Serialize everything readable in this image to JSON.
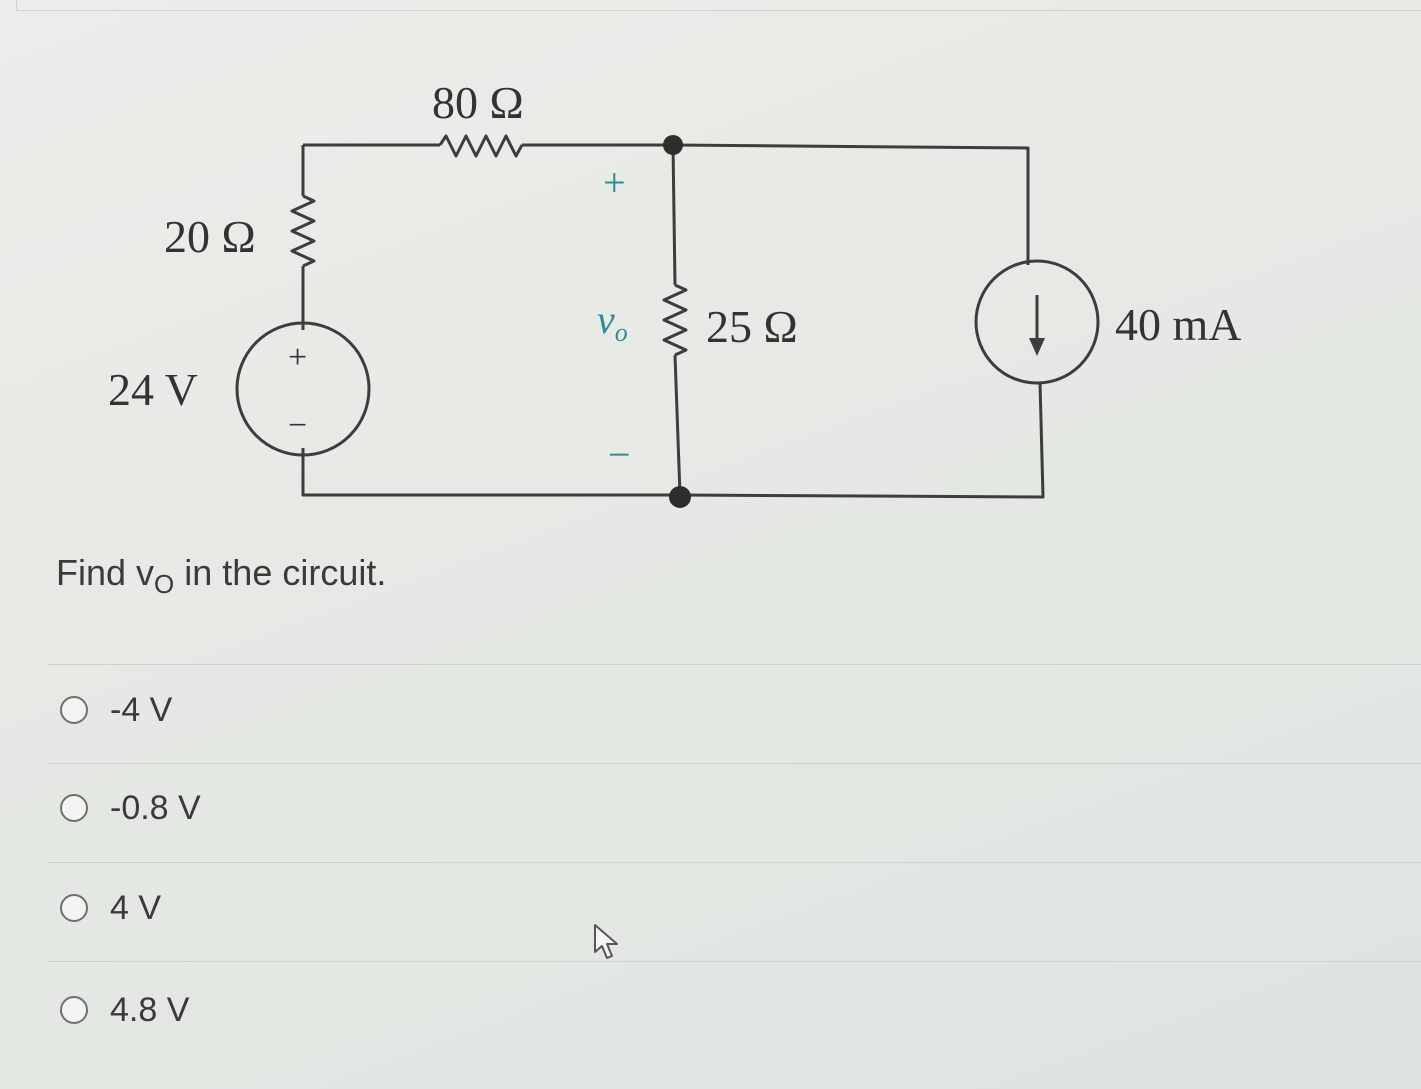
{
  "circuit": {
    "r1_label": "20 Ω",
    "r2_label": "80 Ω",
    "r3_label": "25 Ω",
    "source_v_label": "24 V",
    "source_i_label": "40 mA",
    "plus_sign": "+",
    "minus_sign": "−",
    "vo_label": "v",
    "vo_sub": "o"
  },
  "question": {
    "prefix": "Find v",
    "sub": "O",
    "suffix": " in the circuit."
  },
  "options": [
    {
      "label": "-4 V"
    },
    {
      "label": "-0.8 V"
    },
    {
      "label": "4 V"
    },
    {
      "label": "4.8 V"
    }
  ]
}
